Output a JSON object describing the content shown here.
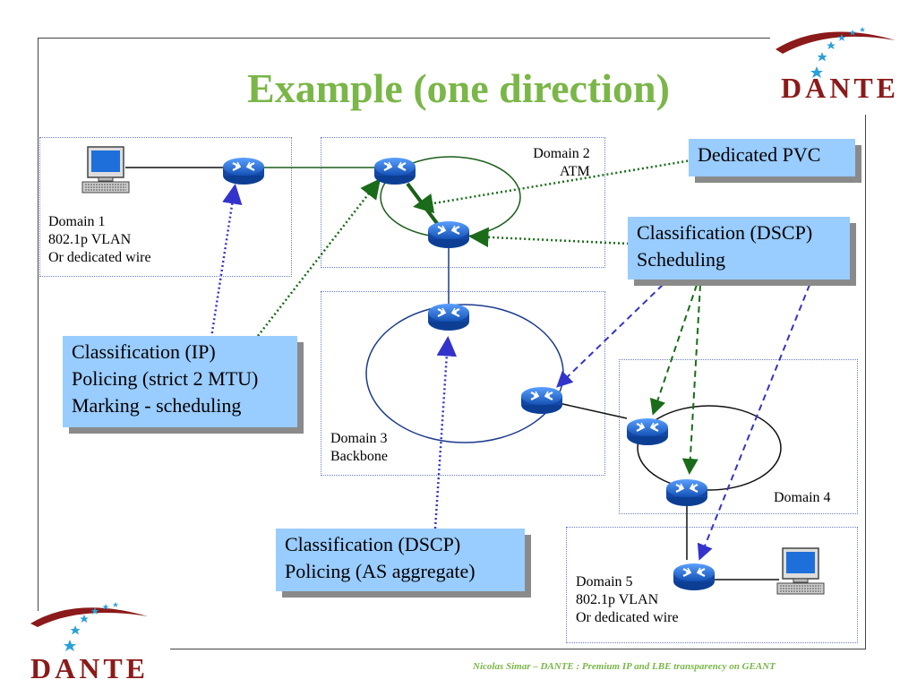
{
  "title": "Example (one direction)",
  "logo_text": "DANTE",
  "footer": "Nicolas Simar – DANTE : Premium IP and LBE transparency on GEANT",
  "domains": {
    "d1": [
      "Domain 1",
      "802.1p VLAN",
      "Or dedicated wire"
    ],
    "d2": [
      "Domain 2",
      "ATM"
    ],
    "d3": [
      "Domain 3",
      "Backbone"
    ],
    "d4": [
      "Domain 4"
    ],
    "d5": [
      "Domain 5",
      "802.1p VLAN",
      "Or dedicated wire"
    ]
  },
  "callouts": {
    "pvc": [
      "Dedicated PVC"
    ],
    "dscp_sched": [
      "Classification (DSCP)",
      "Scheduling"
    ],
    "ip": [
      "Classification (IP)",
      "Policing (strict 2 MTU)",
      "Marking - scheduling"
    ],
    "dscp_police": [
      "Classification (DSCP)",
      "Policing (AS aggregate)"
    ]
  },
  "colors": {
    "title": "#7ab648",
    "callout_bg": "#99ccff",
    "green_arrow": "#1a6b1a",
    "blue_arrow": "#3333cc",
    "router": "#1e6fd9",
    "logo": "#8b1a1a"
  },
  "icons": [
    "router-icon",
    "computer-icon",
    "star-icon"
  ]
}
